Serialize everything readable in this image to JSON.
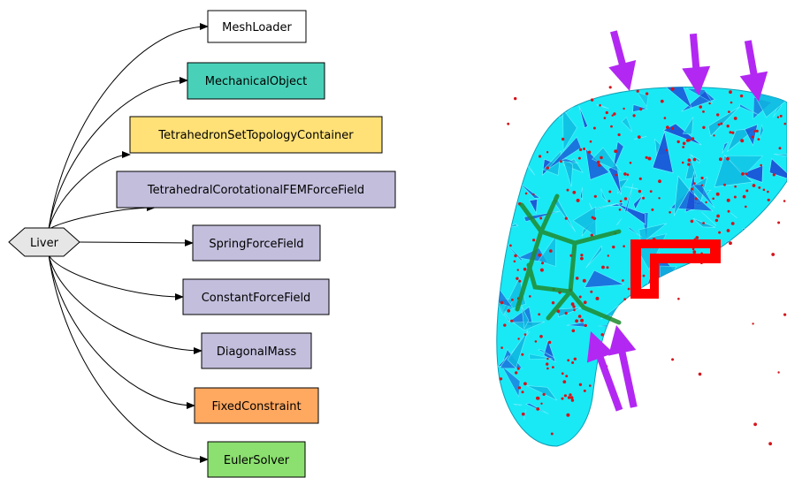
{
  "graph": {
    "root": {
      "label": "Liver",
      "fill": "#e6e6e6"
    },
    "nodes": [
      {
        "label": "MeshLoader",
        "fill": "#ffffff"
      },
      {
        "label": "MechanicalObject",
        "fill": "#48d1b8"
      },
      {
        "label": "TetrahedronSetTopologyContainer",
        "fill": "#ffe177"
      },
      {
        "label": "TetrahedralCorotationalFEMForceField",
        "fill": "#c2bedc"
      },
      {
        "label": "SpringForceField",
        "fill": "#c2bedc"
      },
      {
        "label": "ConstantForceField",
        "fill": "#c2bedc"
      },
      {
        "label": "DiagonalMass",
        "fill": "#c2bedc"
      },
      {
        "label": "FixedConstraint",
        "fill": "#ffa860"
      },
      {
        "label": "EulerSolver",
        "fill": "#8be06f"
      }
    ]
  },
  "mesh": {
    "fill_light": "#19e9f5",
    "fill_dark": "#1b4fd6",
    "point_color": "#d4141c",
    "arrow_color": "#b228f2",
    "highlight_color": "#ff0000",
    "spring_color": "#1f8a2e"
  }
}
